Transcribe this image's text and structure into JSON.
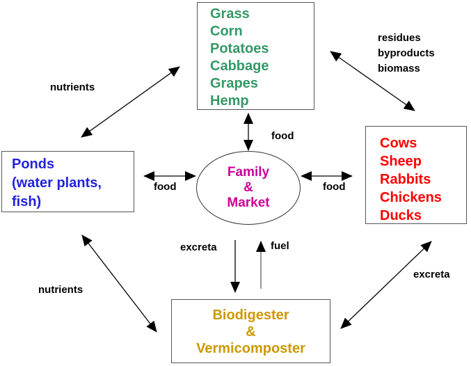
{
  "diagram": {
    "type": "flow-diagram",
    "background": "#ffffff",
    "nodes": {
      "crops": {
        "shape": "rectangle",
        "color": "#339966",
        "items": [
          "Grass",
          "Corn",
          "Potatoes",
          "Cabbage",
          "Grapes",
          "Hemp"
        ]
      },
      "livestock": {
        "shape": "rectangle",
        "color": "#ff0000",
        "items": [
          "Cows",
          "Sheep",
          "Rabbits",
          "Chickens",
          "Ducks"
        ]
      },
      "ponds": {
        "shape": "rectangle",
        "color": "#2222dd",
        "lines": [
          "Ponds",
          "(water plants,",
          "fish)"
        ]
      },
      "family_market": {
        "shape": "ellipse",
        "color": "#cc0099",
        "lines": [
          "Family",
          "&",
          "Market"
        ]
      },
      "biodigester": {
        "shape": "rectangle",
        "color": "#cc9900",
        "lines": [
          "Biodigester",
          "&",
          "Vermicomposter"
        ]
      }
    },
    "labels": {
      "nutrients_top": "nutrients",
      "residues_block": [
        "residues",
        "byproducts",
        "biomass"
      ],
      "food_top": "food",
      "food_left": "food",
      "food_right": "food",
      "excreta_center": "excreta",
      "fuel": "fuel",
      "nutrients_bottom": "nutrients",
      "excreta_right": "excreta"
    },
    "edges": [
      {
        "from": "ponds",
        "to": "crops",
        "label": "nutrients",
        "bidirectional": true
      },
      {
        "from": "crops",
        "to": "livestock",
        "label": "residues byproducts biomass",
        "bidirectional": true
      },
      {
        "from": "crops",
        "to": "family_market",
        "label": "food",
        "bidirectional": true
      },
      {
        "from": "ponds",
        "to": "family_market",
        "label": "food",
        "bidirectional": true
      },
      {
        "from": "family_market",
        "to": "livestock",
        "label": "food",
        "bidirectional": true
      },
      {
        "from": "family_market",
        "to": "biodigester",
        "label": "excreta",
        "bidirectional": false
      },
      {
        "from": "biodigester",
        "to": "family_market",
        "label": "fuel",
        "bidirectional": false
      },
      {
        "from": "ponds",
        "to": "biodigester",
        "label": "nutrients",
        "bidirectional": true
      },
      {
        "from": "livestock",
        "to": "biodigester",
        "label": "excreta",
        "bidirectional": true
      }
    ],
    "arrow_color": "#000000",
    "fuel_shaft_color": "#999999"
  }
}
